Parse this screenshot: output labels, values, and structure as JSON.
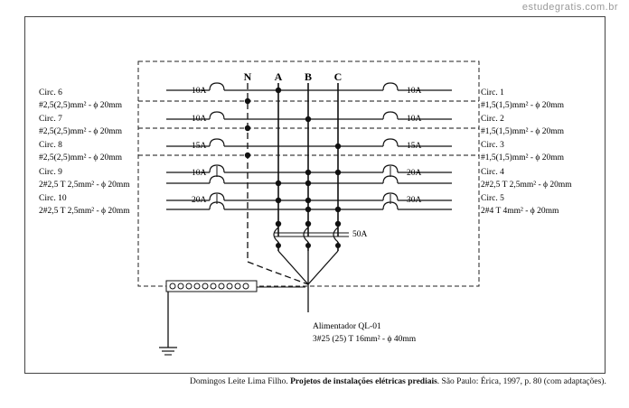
{
  "watermark": "estudegratis.com.br",
  "phase_labels": [
    "N",
    "A",
    "B",
    "C"
  ],
  "left_circuits": [
    {
      "name": "Circ. 6",
      "spec": "#2,5(2,5)mm² - ϕ 20mm",
      "breaker": "10A"
    },
    {
      "name": "Circ. 7",
      "spec": "#2,5(2,5)mm² - ϕ 20mm",
      "breaker": "10A"
    },
    {
      "name": "Circ. 8",
      "spec": "#2,5(2,5)mm² - ϕ 20mm",
      "breaker": "15A"
    },
    {
      "name": "Circ. 9",
      "spec": "2#2,5 T 2,5mm² - ϕ 20mm",
      "breaker": "10A"
    },
    {
      "name": "Circ. 10",
      "spec": "2#2,5 T 2,5mm² - ϕ 20mm",
      "breaker": "20A"
    }
  ],
  "right_circuits": [
    {
      "name": "Circ. 1",
      "spec": "#1,5(1,5)mm² - ϕ 20mm",
      "breaker": "10A"
    },
    {
      "name": "Circ. 2",
      "spec": "#1,5(1,5)mm² - ϕ 20mm",
      "breaker": "10A"
    },
    {
      "name": "Circ. 3",
      "spec": "#1,5(1,5)mm² - ϕ 20mm",
      "breaker": "15A"
    },
    {
      "name": "Circ. 4",
      "spec": "2#2,5 T 2,5mm² - ϕ 20mm",
      "breaker": "20A"
    },
    {
      "name": "Circ. 5",
      "spec": "2#4 T 4mm² - ϕ 20mm",
      "breaker": "30A"
    }
  ],
  "main_breaker": "50A",
  "feeder": {
    "title": "Alimentador QL-01",
    "spec": "3#25 (25) T 16mm² - ϕ 40mm"
  },
  "citation": {
    "author": "Domingos Leite Lima Filho. ",
    "title": "Projetos de instalações elétricas prediais",
    "rest": ". São Paulo: Érica, 1997, p. 80 (com adaptações)."
  }
}
